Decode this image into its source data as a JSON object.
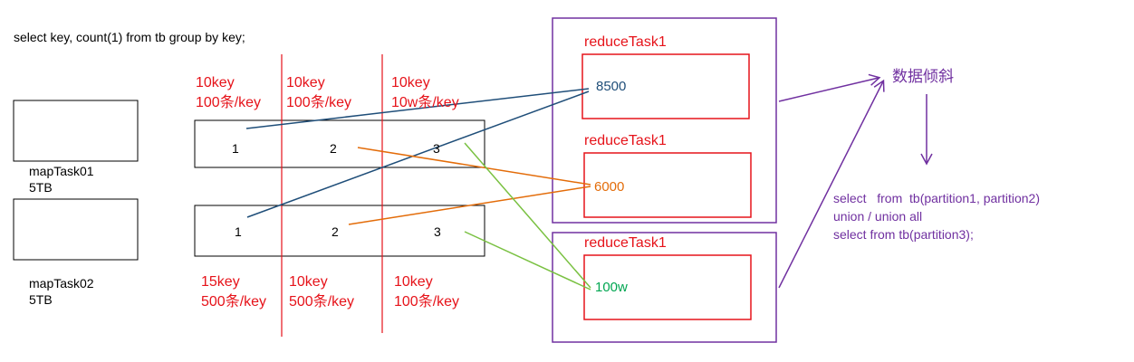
{
  "query": "select key, count(1) from tb group by key;",
  "map_tasks": [
    {
      "name": "mapTask01",
      "size": "5TB",
      "partitions": [
        "1",
        "2",
        "3"
      ]
    },
    {
      "name": "mapTask02",
      "size": "5TB",
      "partitions": [
        "1",
        "2",
        "3"
      ]
    }
  ],
  "top_stats": [
    {
      "keys": "10key",
      "rows": "100条/key"
    },
    {
      "keys": "10key",
      "rows": "100条/key"
    },
    {
      "keys": "10key",
      "rows": "10w条/key"
    }
  ],
  "bottom_stats": [
    {
      "keys": "15key",
      "rows": "500条/key"
    },
    {
      "keys": "10key",
      "rows": "500条/key"
    },
    {
      "keys": "10key",
      "rows": "100条/key"
    }
  ],
  "reduce_tasks": [
    {
      "title": "reduceTask1",
      "value": "8500",
      "color": "#1f4e79"
    },
    {
      "title": "reduceTask1",
      "value": "6000",
      "color": "#e36c09"
    },
    {
      "title": "reduceTask1",
      "value": "100w",
      "color": "#00a651"
    }
  ],
  "skew_label": "数据倾斜",
  "skew_arrow": "↓",
  "fix_sql": [
    "select   from  tb(partition1, partition2)",
    "union / union all",
    "select from tb(partition3);"
  ],
  "colors": {
    "red": "#e6131a",
    "purple": "#7030a0",
    "blue": "#1f4e79",
    "orange": "#e36c09",
    "green": "#7ac142"
  }
}
